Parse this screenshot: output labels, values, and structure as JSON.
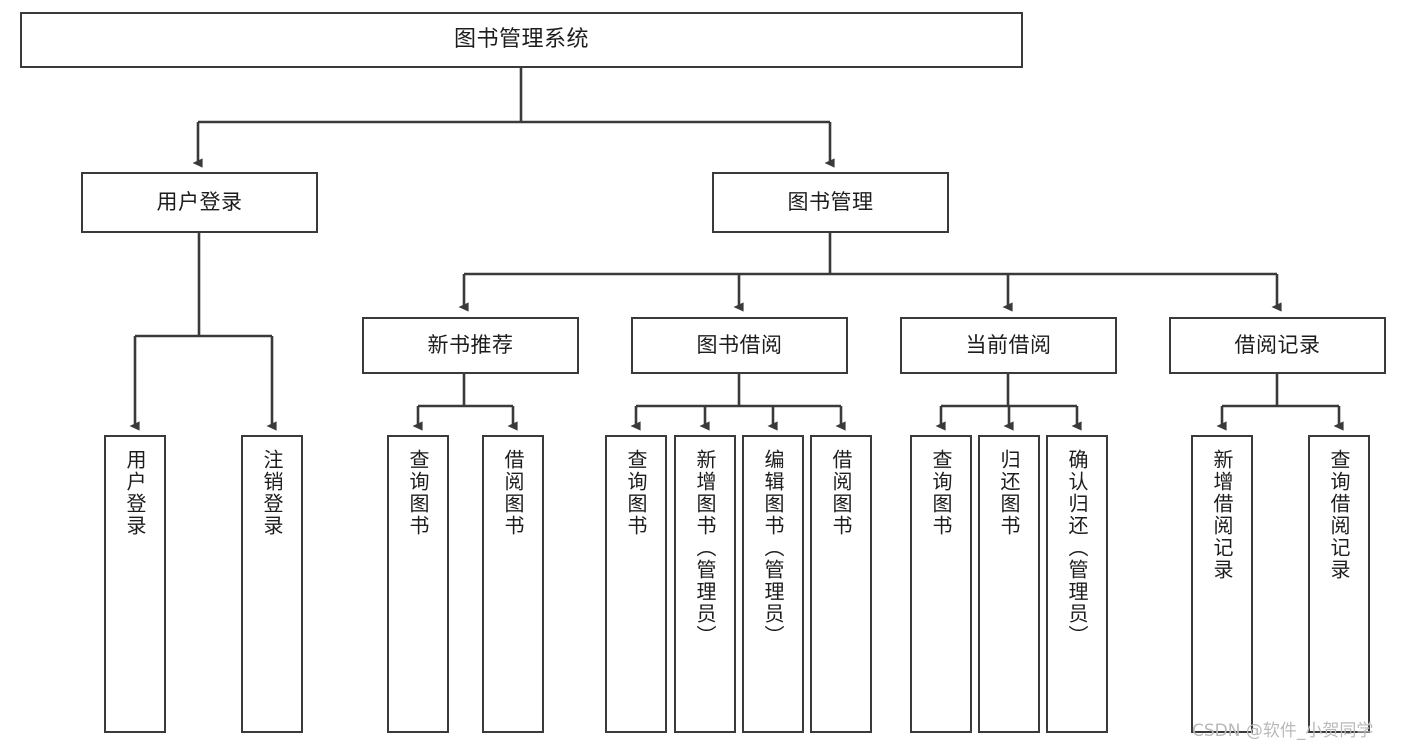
{
  "diagram": {
    "title": "图书管理系统",
    "type": "tree",
    "orientation": "top-down",
    "colors": {
      "node_border": "#3a3a3a",
      "node_fill": "#ffffff",
      "edge": "#3a3a3a",
      "text": "#1d1d1d",
      "watermark": "#b9b9b9",
      "background": "#ffffff"
    },
    "nodes": {
      "root": {
        "label": "图书管理系统"
      },
      "level2": [
        {
          "id": "user-login",
          "label": "用户登录"
        },
        {
          "id": "book-manage",
          "label": "图书管理"
        }
      ],
      "level3": [
        {
          "id": "new-book-recommend",
          "label": "新书推荐"
        },
        {
          "id": "book-borrow",
          "label": "图书借阅"
        },
        {
          "id": "current-borrow",
          "label": "当前借阅"
        },
        {
          "id": "borrow-record",
          "label": "借阅记录"
        }
      ],
      "leaves": [
        {
          "id": "leaf-user-login",
          "label": "用户登录",
          "parent": "user-login"
        },
        {
          "id": "leaf-logout-login",
          "label": "注销登录",
          "parent": "user-login"
        },
        {
          "id": "leaf-query-book-1",
          "label": "查询图书",
          "parent": "new-book-recommend"
        },
        {
          "id": "leaf-borrow-book-1",
          "label": "借阅图书",
          "parent": "new-book-recommend"
        },
        {
          "id": "leaf-query-book-2",
          "label": "查询图书",
          "parent": "book-borrow"
        },
        {
          "id": "leaf-add-book",
          "label": "新增图书（管理员）",
          "parent": "book-borrow"
        },
        {
          "id": "leaf-edit-book",
          "label": "编辑图书（管理员）",
          "parent": "book-borrow"
        },
        {
          "id": "leaf-borrow-book-2",
          "label": "借阅图书",
          "parent": "book-borrow"
        },
        {
          "id": "leaf-query-book-3",
          "label": "查询图书",
          "parent": "current-borrow"
        },
        {
          "id": "leaf-return-book",
          "label": "归还图书",
          "parent": "current-borrow"
        },
        {
          "id": "leaf-confirm-return",
          "label": "确认归还（管理员）",
          "parent": "current-borrow"
        },
        {
          "id": "leaf-add-record",
          "label": "新增借阅记录",
          "parent": "borrow-record"
        },
        {
          "id": "leaf-query-record",
          "label": "查询借阅记录",
          "parent": "borrow-record"
        }
      ]
    }
  },
  "watermark": {
    "text": "CSDN @软件_小贺同学"
  }
}
